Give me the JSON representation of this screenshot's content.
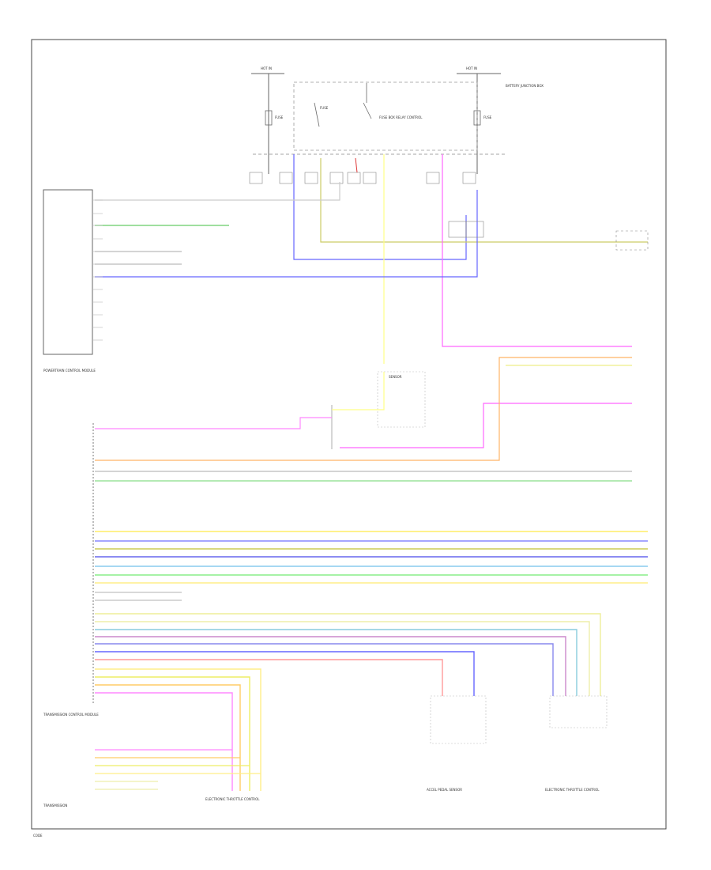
{
  "diagram": {
    "hot_labels": [
      "HOT IN",
      "HOT IN"
    ],
    "fuse_labels": [
      "FUSE",
      "FUSE",
      "FUSE"
    ],
    "relay_note": "FUSE BOX RELAY CONTROL",
    "battery_junction_box": "BATTERY JUNCTION BOX",
    "pcm_label": "POWERTRAIN CONTROL MODULE",
    "tcm_label": "TRANSMISSION CONTROL MODULE",
    "accel_pedal_label": "ACCEL PEDAL SENSOR",
    "throttle_label": "ELECTRONIC THROTTLE CONTROL",
    "throttle_label2": "ELECTRONIC THROTTLE CONTROL",
    "transmission_label": "TRANSMISSION",
    "sensor_label": "SENSOR",
    "footer_code": "CODE"
  }
}
